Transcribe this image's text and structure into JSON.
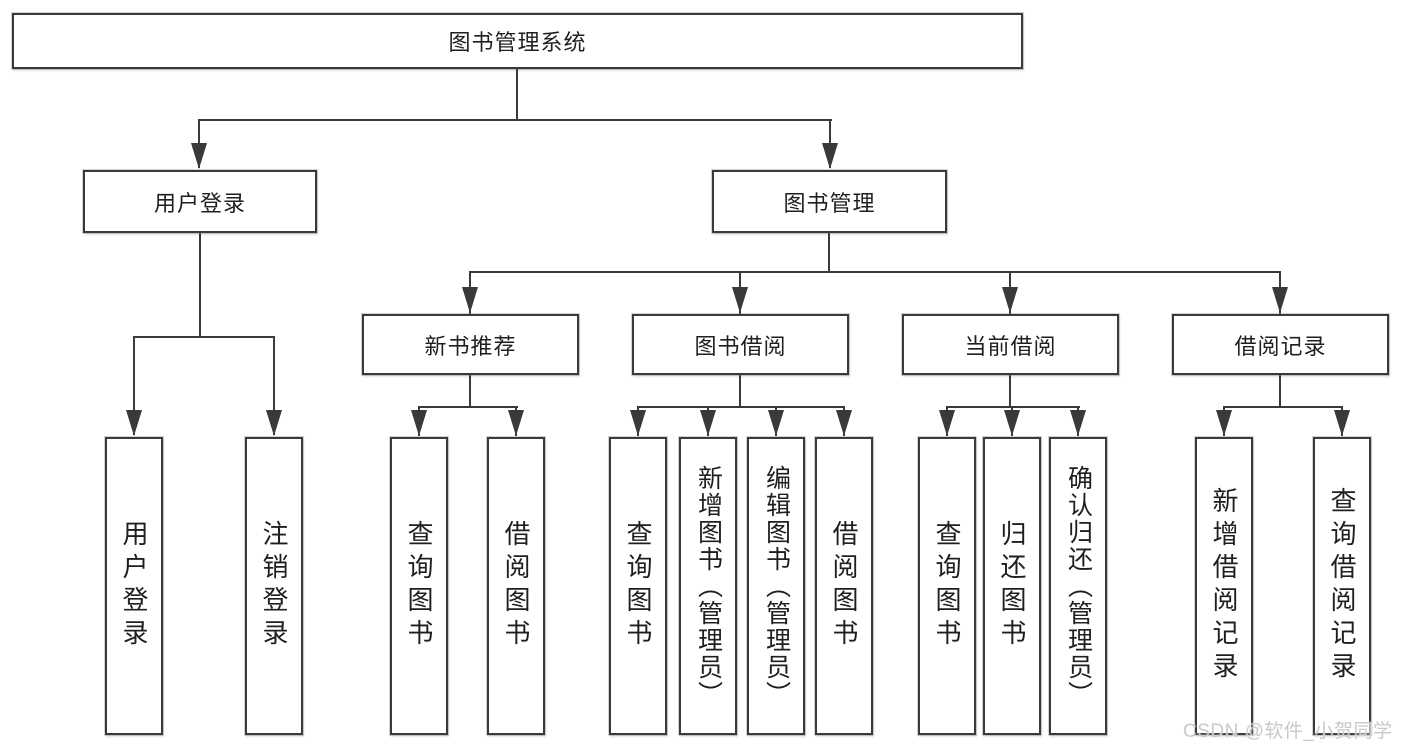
{
  "diagram": {
    "root": "图书管理系统",
    "level1": [
      "用户登录",
      "图书管理"
    ],
    "level2": [
      "新书推荐",
      "图书借阅",
      "当前借阅",
      "借阅记录"
    ],
    "leaves": {
      "user": [
        "用户登录",
        "注销登录"
      ],
      "recommend": [
        "查询图书",
        "借阅图书"
      ],
      "borrow": [
        "查询图书",
        "新增图书（管理员）",
        "编辑图书（管理员）",
        "借阅图书"
      ],
      "current": [
        "查询图书",
        "归还图书",
        "确认归还（管理员）"
      ],
      "records": [
        "新增借阅记录",
        "查询借阅记录"
      ]
    }
  },
  "watermark": "CSDN @软件_小贺同学",
  "colors": {
    "line": "#3a3a3a",
    "border": "#3a3a3a",
    "text": "#1f1f1f",
    "watermark": "#c9c9c9",
    "background": "#ffffff"
  }
}
